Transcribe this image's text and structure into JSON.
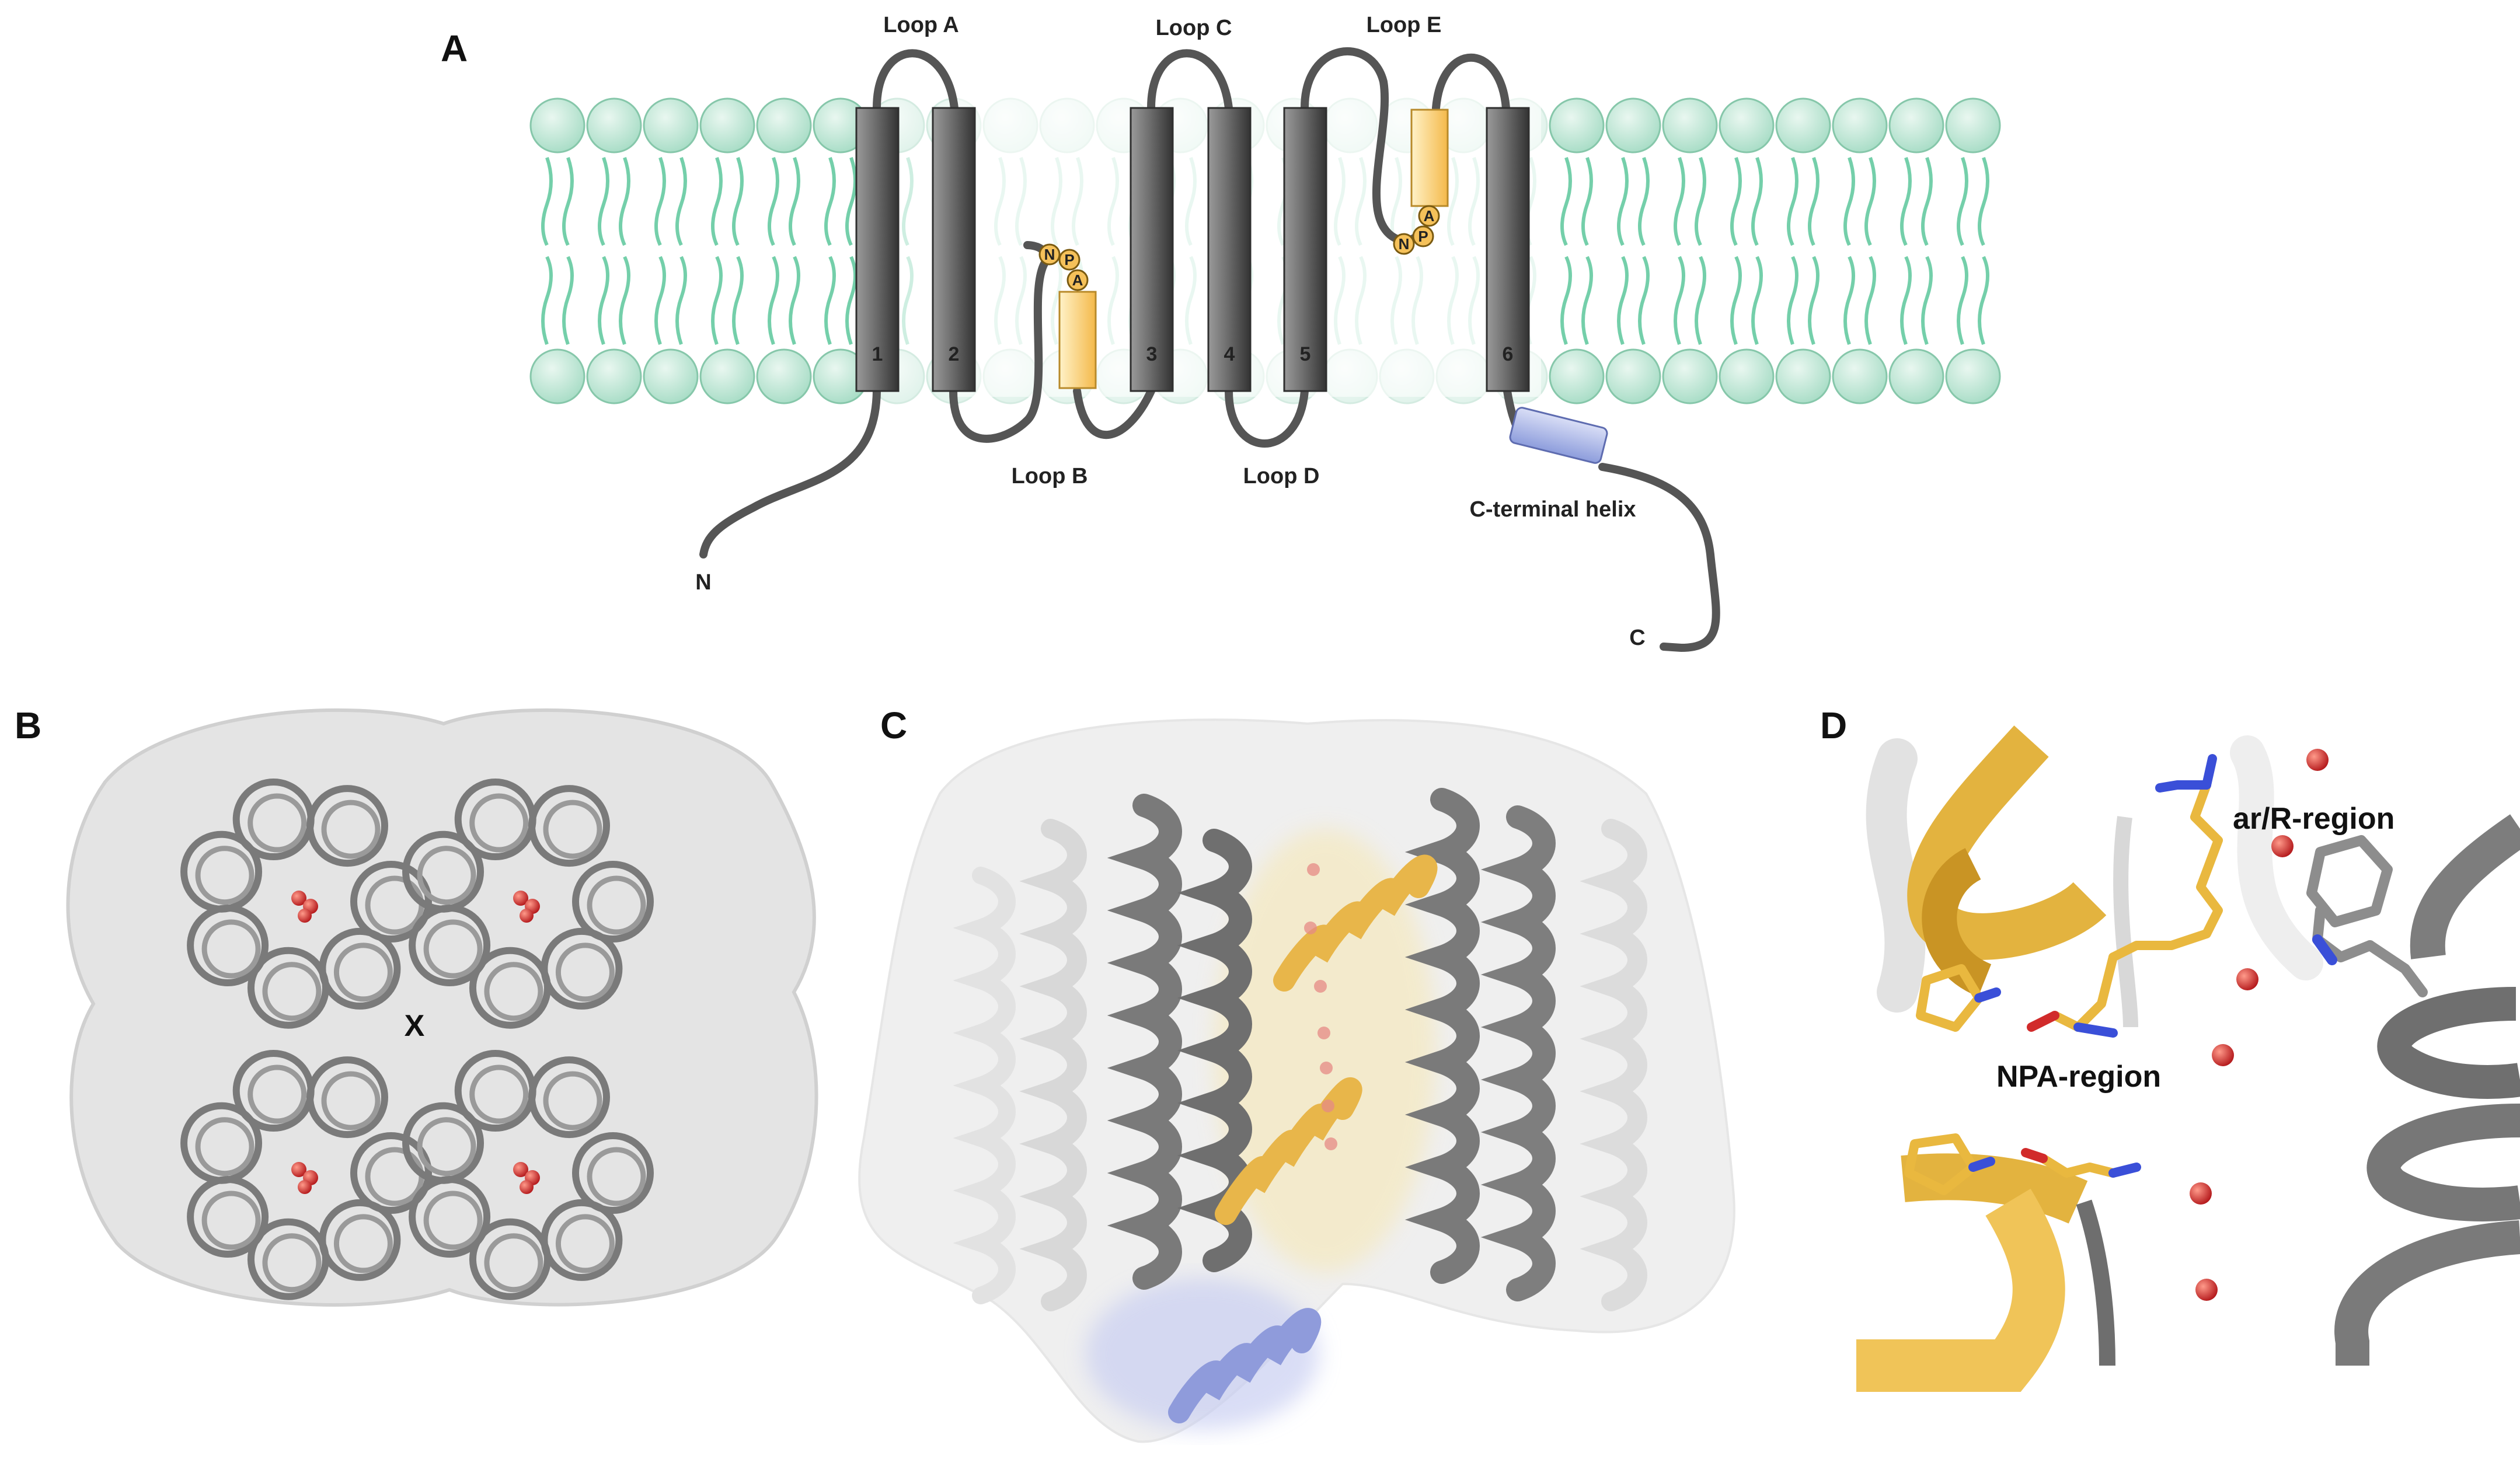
{
  "panels": {
    "a": {
      "letter": "A",
      "loops": {
        "a": "Loop A",
        "b": "Loop B",
        "c": "Loop C",
        "d": "Loop D",
        "e": "Loop E"
      },
      "helix_numbers": [
        "1",
        "2",
        "3",
        "4",
        "5",
        "6"
      ],
      "n_terminus": "N",
      "c_terminus": "C",
      "c_terminal_helix": "C-terminal helix",
      "motif_letters": [
        "N",
        "P",
        "A"
      ]
    },
    "b": {
      "letter": "B",
      "center_marker": "X"
    },
    "c": {
      "letter": "C"
    },
    "d": {
      "letter": "D",
      "ar_r_region": "ar/R-region",
      "npa_region": "NPA-region"
    }
  },
  "colors": {
    "membrane": "#bfe6d6",
    "lipid_tail": "#5cc79b",
    "helix_dark": "#555555",
    "npa_yellow": "#f5c15a",
    "c_helix_blue": "#a8b4e6",
    "water_red": "#d9302c"
  }
}
